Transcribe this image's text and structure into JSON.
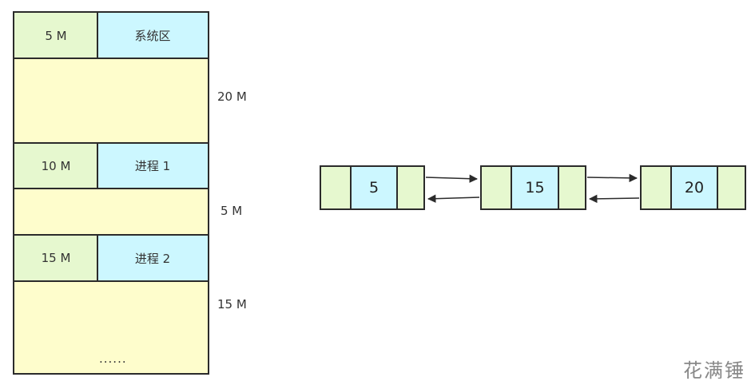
{
  "memory": {
    "rows": [
      {
        "size": "5 M",
        "label": "系统区"
      },
      {
        "free_size": "20 M"
      },
      {
        "size": "10 M",
        "label": "进程 1"
      },
      {
        "free_size": "5 M"
      },
      {
        "size": "15 M",
        "label": "进程 2"
      },
      {
        "free_size": "15 M",
        "ellipsis": "......"
      }
    ]
  },
  "free_list": {
    "nodes": [
      {
        "value": "5"
      },
      {
        "value": "15"
      },
      {
        "value": "20"
      }
    ]
  },
  "watermark": "花满锤",
  "colors": {
    "allocated_size": "#e6f8cf",
    "allocated_label": "#ccf7ff",
    "free_region": "#fefdcc",
    "border": "#2b2b2b"
  }
}
